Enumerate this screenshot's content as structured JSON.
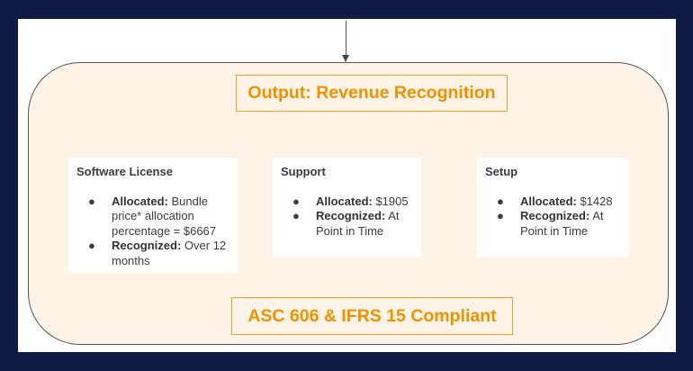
{
  "title": "Output: Revenue Recognition",
  "footer": "ASC 606 & IFRS 15 Compliant",
  "colors": {
    "background": "#0d1b45",
    "accent": "#f29100",
    "container": "#fdf3e7"
  },
  "cards": [
    {
      "title": "Software License",
      "items": [
        {
          "label": "Allocated:",
          "text": " Bundle price* allocation percentage = $6667"
        },
        {
          "label": "Recognized:",
          "text": " Over 12 months"
        }
      ]
    },
    {
      "title": "Support",
      "items": [
        {
          "label": "Allocated:",
          "text": " $1905"
        },
        {
          "label": "Recognized:",
          "text": " At Point in Time"
        }
      ]
    },
    {
      "title": "Setup",
      "items": [
        {
          "label": "Allocated:",
          "text": " $1428"
        },
        {
          "label": "Recognized:",
          "text": " At Point in Time"
        }
      ]
    }
  ]
}
